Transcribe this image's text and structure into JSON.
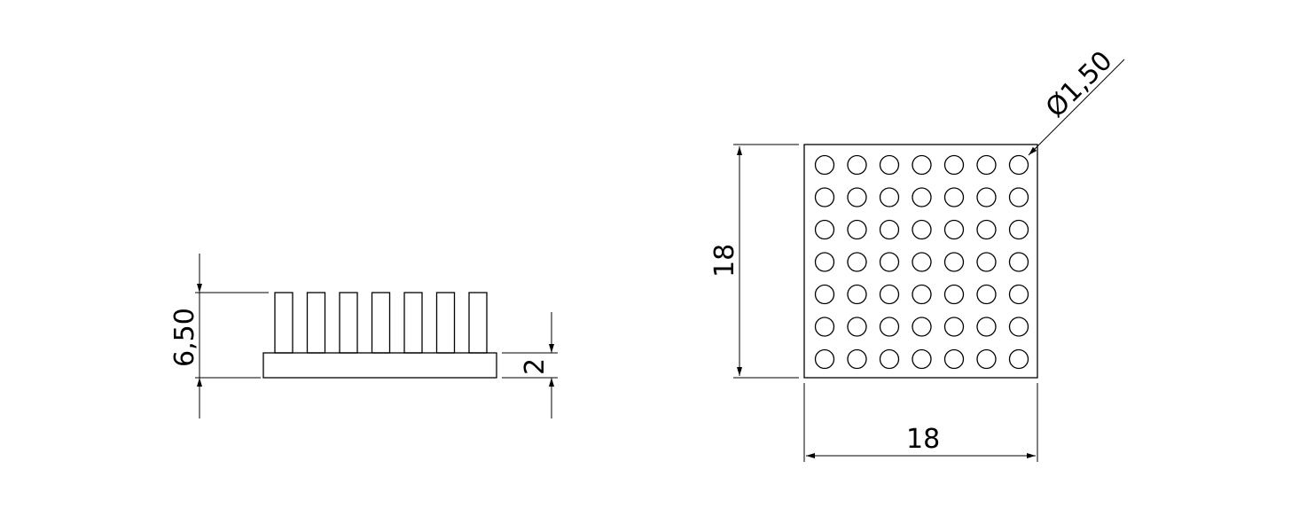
{
  "side_view": {
    "total_height_label": "6,50",
    "base_thickness_label": "2",
    "pin_count": 7
  },
  "top_view": {
    "width_label": "18",
    "height_label": "18",
    "pin_diameter_label": "Ø1,50",
    "pin_rows": 7,
    "pin_cols": 7
  }
}
